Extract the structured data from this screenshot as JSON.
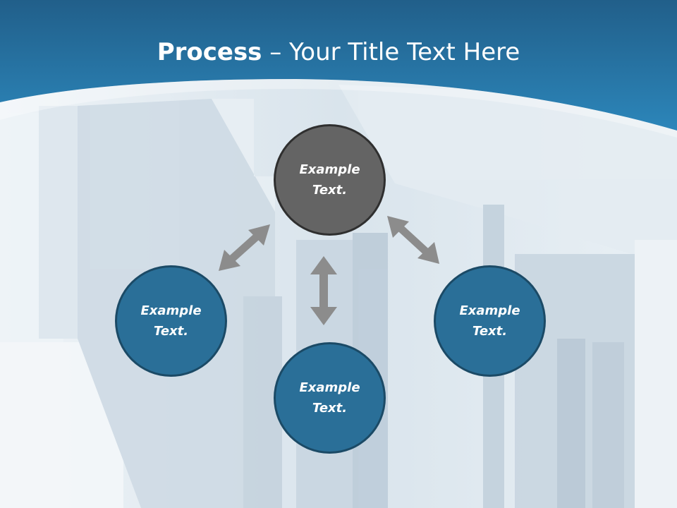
{
  "slide": {
    "title_bold": "Process",
    "title_rest": " – Your Title Text Here"
  },
  "diagram": {
    "center": {
      "label": "Example Text."
    },
    "left": {
      "label": "Example Text."
    },
    "bottom": {
      "label": "Example Text."
    },
    "right": {
      "label": "Example Text."
    }
  },
  "colors": {
    "header_blue": "#2a78a8",
    "center_fill": "#646464",
    "satellite_fill": "#2a6f98",
    "arrow_gray": "#8c8c8c"
  }
}
